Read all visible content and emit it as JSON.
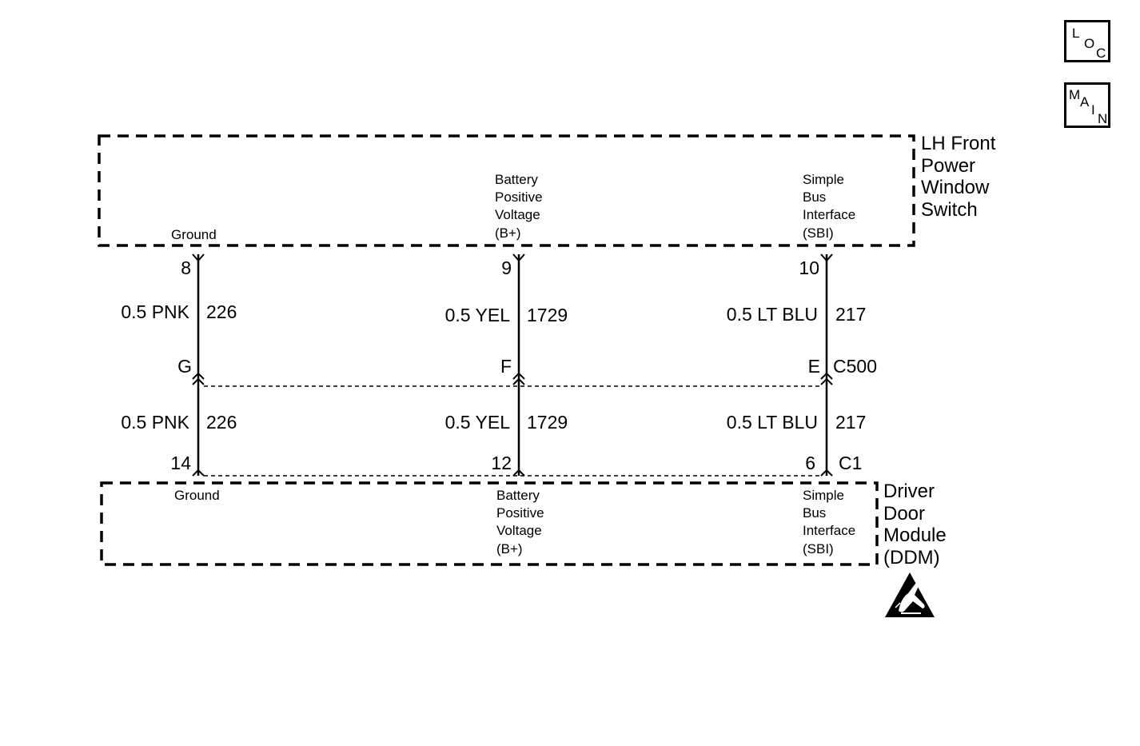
{
  "nav": {
    "loc": [
      "L",
      "O",
      "C"
    ],
    "main": [
      "M",
      "A",
      "I",
      "N"
    ]
  },
  "upper_component": {
    "name_lines": [
      "LH Front",
      "Power",
      "Window",
      "Switch"
    ],
    "pins": [
      {
        "function_lines": [
          "Ground"
        ],
        "pin": "8"
      },
      {
        "function_lines": [
          "Battery",
          "Positive",
          "Voltage",
          "(B+)"
        ],
        "pin": "9"
      },
      {
        "function_lines": [
          "Simple",
          "Bus",
          "Interface",
          "(SBI)"
        ],
        "pin": "10"
      }
    ]
  },
  "connector_c500": {
    "name": "C500",
    "cavities": [
      "G",
      "F",
      "E"
    ]
  },
  "upper_wires": [
    {
      "color": "0.5 PNK",
      "circuit": "226"
    },
    {
      "color": "0.5 YEL",
      "circuit": "1729"
    },
    {
      "color": "0.5 LT BLU",
      "circuit": "217"
    }
  ],
  "lower_wires": [
    {
      "color": "0.5 PNK",
      "circuit": "226"
    },
    {
      "color": "0.5 YEL",
      "circuit": "1729"
    },
    {
      "color": "0.5 LT BLU",
      "circuit": "217"
    }
  ],
  "lower_component": {
    "name_lines": [
      "Driver",
      "Door",
      "Module",
      "(DDM)"
    ],
    "connector": "C1",
    "pins": [
      {
        "function_lines": [
          "Ground"
        ],
        "pin": "14"
      },
      {
        "function_lines": [
          "Battery",
          "Positive",
          "Voltage",
          "(B+)"
        ],
        "pin": "12"
      },
      {
        "function_lines": [
          "Simple",
          "Bus",
          "Interface",
          "(SBI)"
        ],
        "pin": "6"
      }
    ]
  },
  "esd_symbol": "esd-sensitive-icon"
}
